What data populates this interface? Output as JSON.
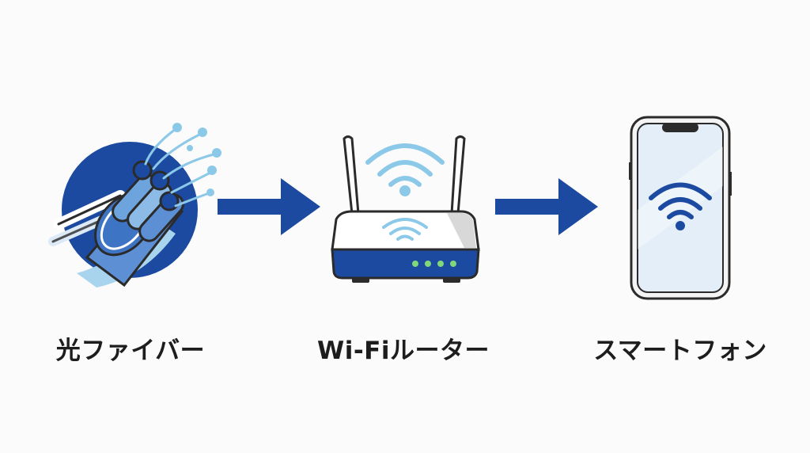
{
  "colors": {
    "navy": "#1b4aa0",
    "light_blue": "#8cc9e8",
    "pale_blue": "#dbeaf6",
    "outline": "#2b2b2b",
    "led_green": "#7fd97a"
  },
  "flow": {
    "nodes": [
      {
        "icon": "fiber-optic-cable-icon",
        "label": "光ファイバー"
      },
      {
        "icon": "wifi-router-icon",
        "label": "Wi-Fiルーター"
      },
      {
        "icon": "smartphone-wifi-icon",
        "label": "スマートフォン"
      }
    ],
    "connectors": [
      {
        "icon": "arrow-right-icon"
      },
      {
        "icon": "arrow-right-icon"
      }
    ]
  }
}
